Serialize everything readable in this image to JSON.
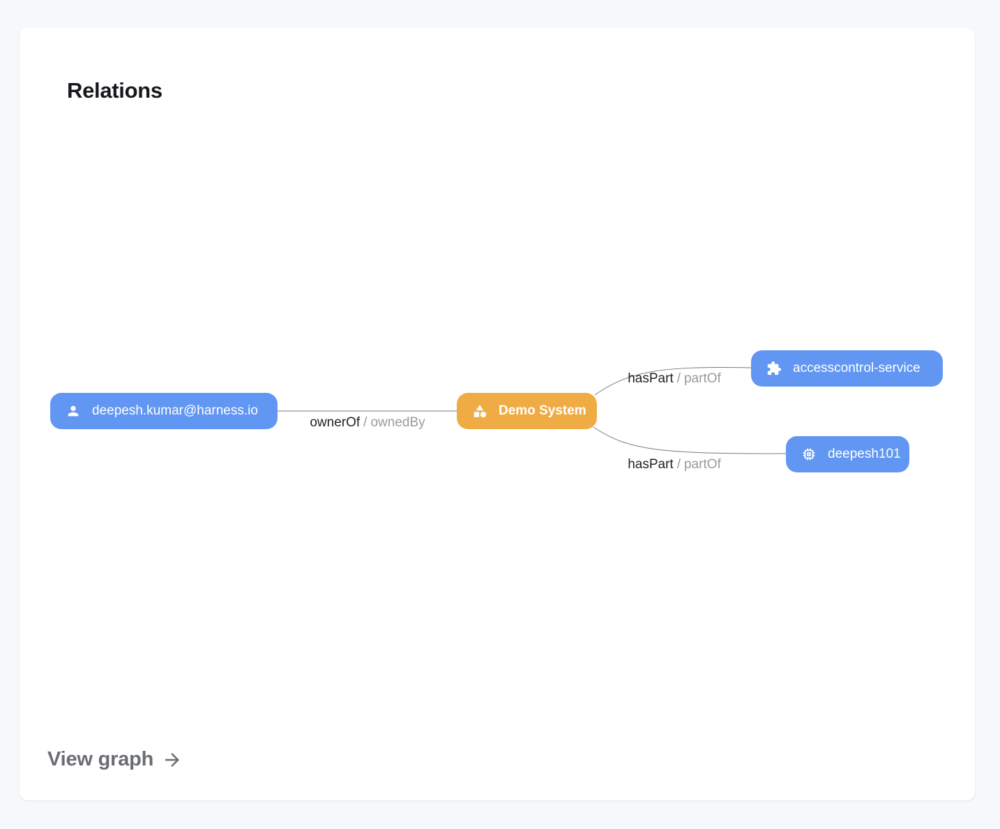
{
  "card": {
    "title": "Relations",
    "view_graph_label": "View graph"
  },
  "colors": {
    "page_background": "#F7F8FC",
    "card_background": "#FFFFFF",
    "node_blue": "#6196F2",
    "node_orange": "#F0AC44",
    "edge_line": "#7A7A7A",
    "edge_label_primary": "#1F1F1F",
    "edge_label_secondary": "#9A9A9A",
    "view_graph_gray": "#6A6D72"
  },
  "graph": {
    "nodes": [
      {
        "id": "user",
        "label": "deepesh.kumar@harness.io",
        "icon": "person-icon",
        "color": "#6196F2"
      },
      {
        "id": "system",
        "label": "Demo System",
        "icon": "category-icon",
        "color": "#F0AC44",
        "highlighted": true
      },
      {
        "id": "service",
        "label": "accesscontrol-service",
        "icon": "extension-icon",
        "color": "#6196F2"
      },
      {
        "id": "resource",
        "label": "deepesh101",
        "icon": "memory-icon",
        "color": "#6196F2"
      }
    ],
    "edges": [
      {
        "from": "user",
        "to": "system",
        "primary": "ownerOf",
        "sep": "/",
        "secondary": "ownedBy"
      },
      {
        "from": "system",
        "to": "service",
        "primary": "hasPart",
        "sep": "/",
        "secondary": "partOf"
      },
      {
        "from": "system",
        "to": "resource",
        "primary": "hasPart",
        "sep": "/",
        "secondary": "partOf"
      }
    ]
  }
}
